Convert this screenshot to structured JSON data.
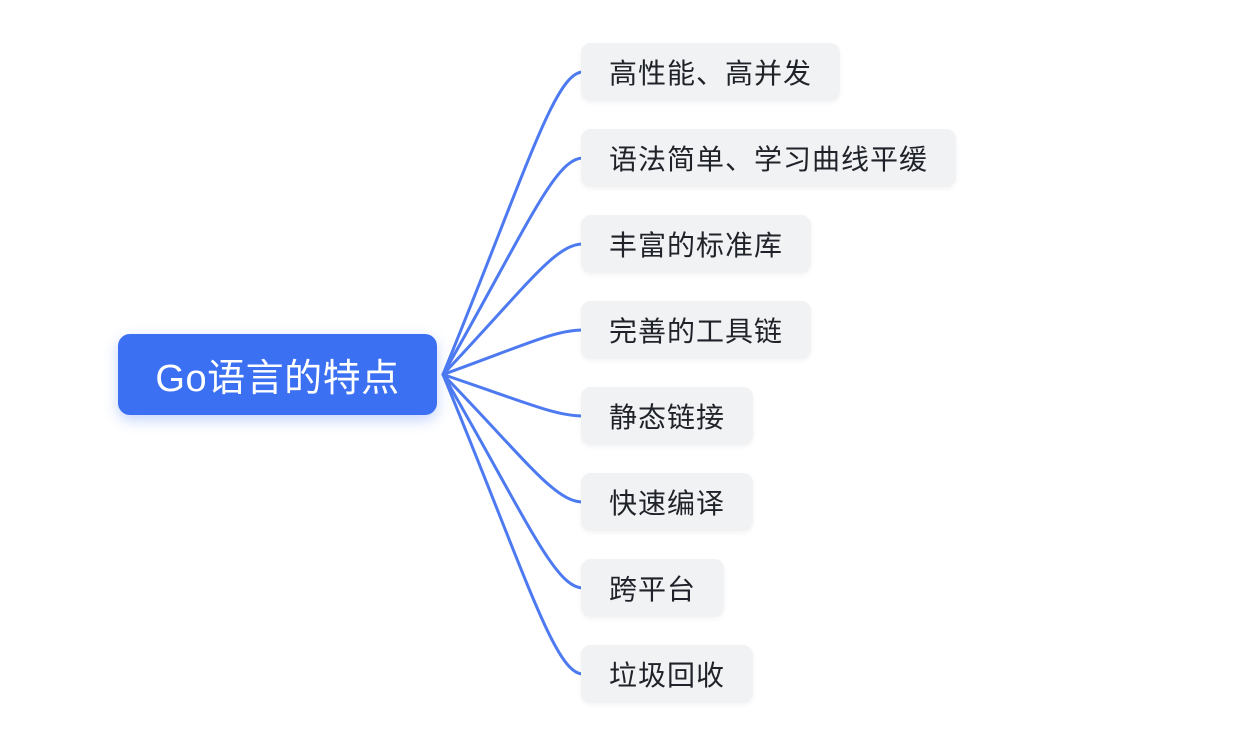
{
  "diagram": {
    "type": "mindmap",
    "background_color": "#ffffff",
    "edge_color": "#4d7af0",
    "root": {
      "label": "Go语言的特点",
      "fill_color": "#3b70f3",
      "text_color": "#ffffff"
    },
    "child_style": {
      "fill_color": "#f1f2f4",
      "text_color": "#1f2329"
    },
    "children": [
      {
        "label": "高性能、高并发"
      },
      {
        "label": "语法简单、学习曲线平缓"
      },
      {
        "label": "丰富的标准库"
      },
      {
        "label": "完善的工具链"
      },
      {
        "label": "静态链接"
      },
      {
        "label": "快速编译"
      },
      {
        "label": "跨平台"
      },
      {
        "label": "垃圾回收"
      }
    ]
  }
}
